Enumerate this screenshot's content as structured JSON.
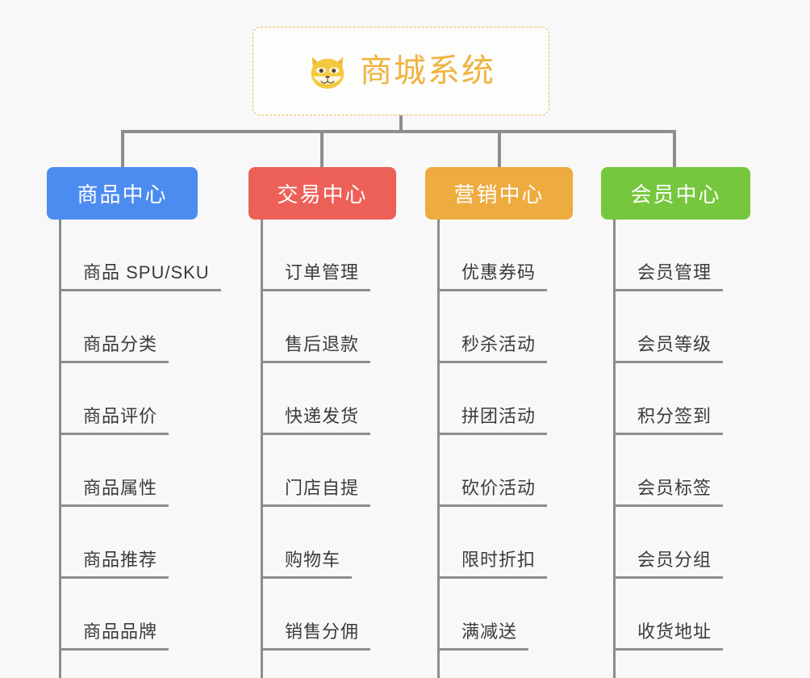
{
  "diagram": {
    "type": "org-tree",
    "background_color": "#f8f8f8",
    "connector_color": "#8d8d8d",
    "root": {
      "title": "商城系统",
      "icon": "shiba-dog-face-emoji",
      "border_color": "#e8b95e",
      "text_color": "#efb33e"
    },
    "columns": [
      {
        "label": "商品中心",
        "color": "#4c8cf0",
        "items": [
          "商品 SPU/SKU",
          "商品分类",
          "商品评价",
          "商品属性",
          "商品推荐",
          "商品品牌"
        ]
      },
      {
        "label": "交易中心",
        "color": "#ed6058",
        "items": [
          "订单管理",
          "售后退款",
          "快递发货",
          "门店自提",
          "购物车",
          "销售分佣"
        ]
      },
      {
        "label": "营销中心",
        "color": "#eeab3f",
        "items": [
          "优惠券码",
          "秒杀活动",
          "拼团活动",
          "砍价活动",
          "限时折扣",
          "满减送"
        ]
      },
      {
        "label": "会员中心",
        "color": "#76c73d",
        "items": [
          "会员管理",
          "会员等级",
          "积分签到",
          "会员标签",
          "会员分组",
          "收货地址"
        ]
      }
    ]
  }
}
